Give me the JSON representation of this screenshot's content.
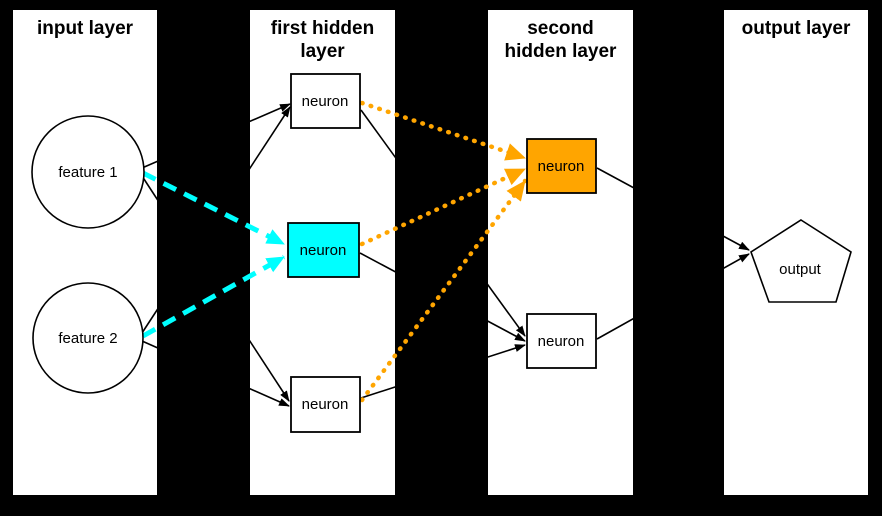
{
  "diagram": {
    "background_color": "#000000",
    "panel_color": "#ffffff",
    "edge_color": "#000000",
    "highlight_cyan": "#00ffff",
    "highlight_orange": "#ffa500"
  },
  "layers": [
    {
      "title": "input layer",
      "title_lines": [
        "input layer",
        ""
      ]
    },
    {
      "title": "first hidden layer",
      "title_lines": [
        "first hidden",
        "layer"
      ]
    },
    {
      "title": "second hidden layer",
      "title_lines": [
        "second",
        "hidden layer"
      ]
    },
    {
      "title": "output layer",
      "title_lines": [
        "output layer",
        ""
      ]
    }
  ],
  "nodes": {
    "feature1": {
      "label": "feature 1"
    },
    "feature2": {
      "label": "feature 2"
    },
    "hidden1_top": {
      "label": "neuron"
    },
    "hidden1_middle": {
      "label": "neuron",
      "fill": "#00ffff"
    },
    "hidden1_bottom": {
      "label": "neuron"
    },
    "hidden2_top": {
      "label": "neuron",
      "fill": "#ffa500"
    },
    "hidden2_bottom": {
      "label": "neuron"
    },
    "output": {
      "label": "output"
    }
  }
}
